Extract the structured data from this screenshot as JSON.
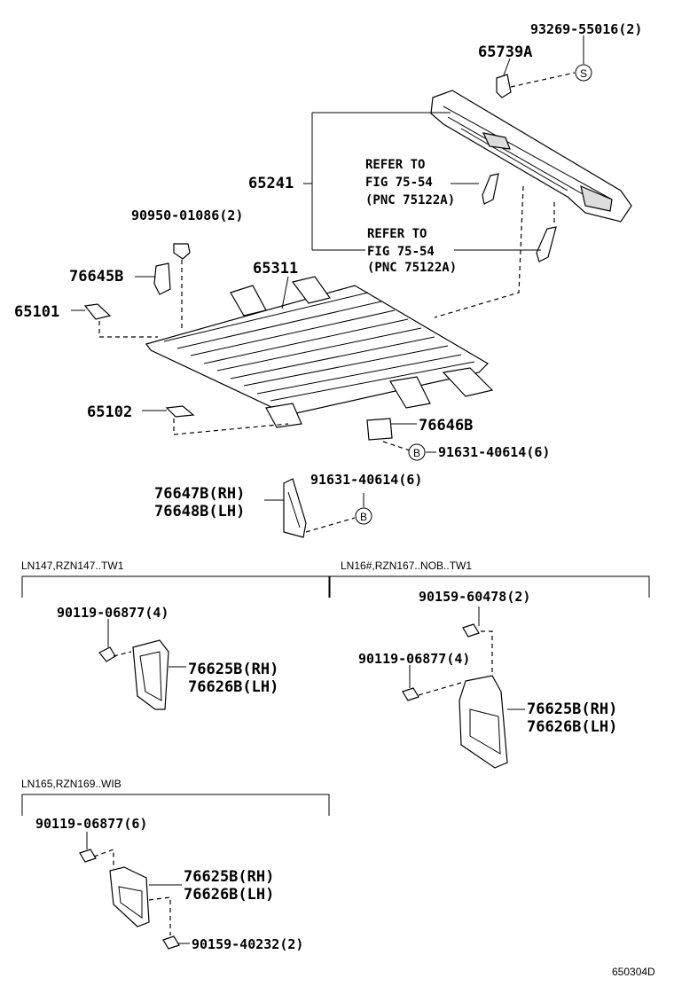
{
  "diagram": {
    "labels": {
      "p93269": "93269-55016(2)",
      "p65739A": "65739A",
      "p65241": "65241",
      "ref1_l1": "REFER TO",
      "ref1_l2": "FIG 75-54",
      "ref1_l3": "(PNC 75122A)",
      "ref2_l1": "REFER TO",
      "ref2_l2": "FIG 75-54",
      "ref2_l3": "(PNC 75122A)",
      "p90950": "90950-01086(2)",
      "p65311": "65311",
      "p76645B": "76645B",
      "p65101": "65101",
      "p65102": "65102",
      "p76646B": "76646B",
      "p91631a": "91631-40614(6)",
      "p91631b": "91631-40614(6)",
      "p76647B": "76647B(RH)",
      "p76648B": "76648B(LH)"
    },
    "markers": {
      "s": "S",
      "b1": "B",
      "b2": "B"
    },
    "sections": {
      "s1": {
        "header": "LN147,RZN147..TW1",
        "bolt": "90119-06877(4)",
        "rh": "76625B(RH)",
        "lh": "76626B(LH)"
      },
      "s2": {
        "header": "LN16#,RZN167..NOB..TW1",
        "bolt_top": "90159-60478(2)",
        "bolt": "90119-06877(4)",
        "rh": "76625B(RH)",
        "lh": "76626B(LH)"
      },
      "s3": {
        "header": "LN165,RZN169..WIB",
        "bolt": "90119-06877(6)",
        "rh": "76625B(RH)",
        "lh": "76626B(LH)",
        "bolt_bottom": "90159-40232(2)"
      }
    },
    "code": "650304D"
  }
}
